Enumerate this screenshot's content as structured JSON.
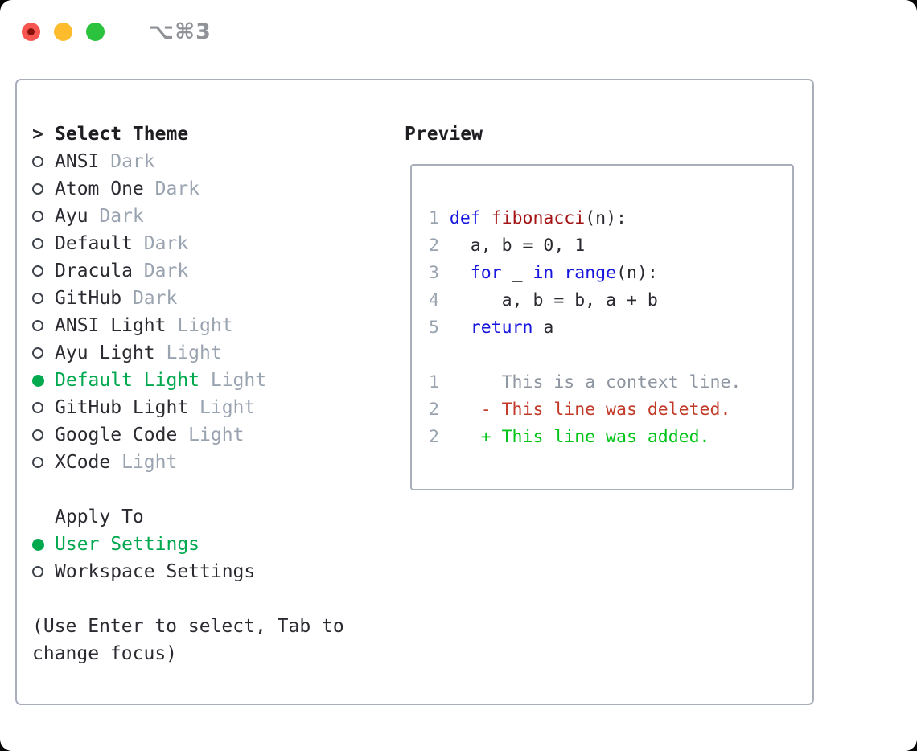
{
  "window": {
    "title": "⌥⌘3"
  },
  "colors": {
    "text": "#2a2a31",
    "muted": "#9aa3b0",
    "context": "#8d95a0",
    "green_selected": "#00a84e",
    "green_added": "#00c417",
    "red_deleted": "#c13a28",
    "red_function": "#a31515",
    "blue_keyword": "#1616dd",
    "border": "#a8aeba",
    "traffic_red": "#f6564f",
    "traffic_yellow": "#fdbc2e",
    "traffic_green": "#2bc23e"
  },
  "theme_picker": {
    "cursor": ">",
    "header": "Select Theme",
    "items": [
      {
        "name": "ANSI",
        "kind": "Dark",
        "selected": false
      },
      {
        "name": "Atom One",
        "kind": "Dark",
        "selected": false
      },
      {
        "name": "Ayu",
        "kind": "Dark",
        "selected": false
      },
      {
        "name": "Default",
        "kind": "Dark",
        "selected": false
      },
      {
        "name": "Dracula",
        "kind": "Dark",
        "selected": false
      },
      {
        "name": "GitHub",
        "kind": "Dark",
        "selected": false
      },
      {
        "name": "ANSI Light",
        "kind": "Light",
        "selected": false
      },
      {
        "name": "Ayu Light",
        "kind": "Light",
        "selected": false
      },
      {
        "name": "Default Light",
        "kind": "Light",
        "selected": true
      },
      {
        "name": "GitHub Light",
        "kind": "Light",
        "selected": false
      },
      {
        "name": "Google Code",
        "kind": "Light",
        "selected": false
      },
      {
        "name": "XCode",
        "kind": "Light",
        "selected": false
      }
    ]
  },
  "apply_to": {
    "header": "Apply To",
    "items": [
      {
        "name": "User Settings",
        "selected": true
      },
      {
        "name": "Workspace Settings",
        "selected": false
      }
    ]
  },
  "hint_lines": [
    "(Use Enter to select, Tab to",
    "change focus)"
  ],
  "preview": {
    "header": "Preview",
    "code_lines": [
      [
        {
          "t": "1",
          "c": "muted"
        },
        {
          "t": " ",
          "c": "text"
        },
        {
          "t": "def",
          "c": "blue_keyword"
        },
        {
          "t": " ",
          "c": "text"
        },
        {
          "t": "fibonacci",
          "c": "red_function"
        },
        {
          "t": "(n):",
          "c": "text"
        }
      ],
      [
        {
          "t": "2",
          "c": "muted"
        },
        {
          "t": "   a, b = 0, 1",
          "c": "text"
        }
      ],
      [
        {
          "t": "3",
          "c": "muted"
        },
        {
          "t": "   ",
          "c": "text"
        },
        {
          "t": "for",
          "c": "blue_keyword"
        },
        {
          "t": " _ ",
          "c": "text"
        },
        {
          "t": "in",
          "c": "blue_keyword"
        },
        {
          "t": " ",
          "c": "text"
        },
        {
          "t": "range",
          "c": "blue_keyword"
        },
        {
          "t": "(n):",
          "c": "text"
        }
      ],
      [
        {
          "t": "4",
          "c": "muted"
        },
        {
          "t": "      a, b = b, a + b",
          "c": "text"
        }
      ],
      [
        {
          "t": "5",
          "c": "muted"
        },
        {
          "t": "   ",
          "c": "text"
        },
        {
          "t": "return",
          "c": "blue_keyword"
        },
        {
          "t": " a",
          "c": "text"
        }
      ],
      [],
      [
        {
          "t": "1",
          "c": "muted"
        },
        {
          "t": "      This is a context line.",
          "c": "context"
        }
      ],
      [
        {
          "t": "2",
          "c": "muted"
        },
        {
          "t": "    - This line was deleted.",
          "c": "red_deleted"
        }
      ],
      [
        {
          "t": "2",
          "c": "muted"
        },
        {
          "t": "    + This line was added.",
          "c": "green_added"
        }
      ]
    ]
  }
}
